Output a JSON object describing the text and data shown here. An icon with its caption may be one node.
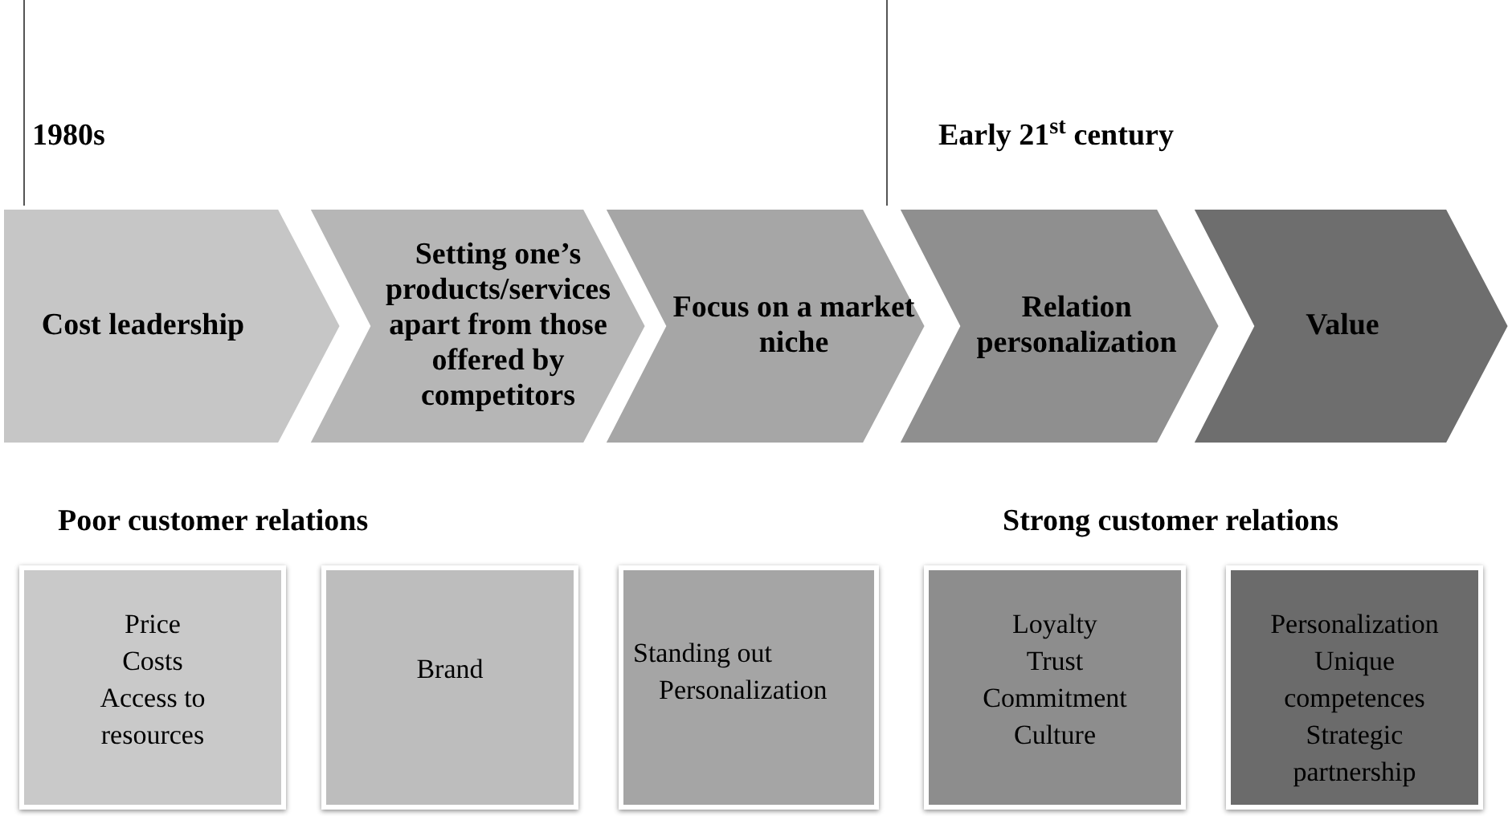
{
  "diagram": {
    "nodes": [
      {
        "text": [
          "Cost leadership"
        ]
      },
      {
        "text": [
          "Setting one’s products/services apart from those offered by competitors"
        ]
      },
      {
        "text": [
          "Focus on a market niche"
        ]
      },
      {
        "text": [
          "Relation personalization"
        ]
      },
      {
        "text": [
          "Value"
        ]
      },
      {
        "text": [
          "Price",
          "Costs",
          "Access to resources"
        ]
      },
      {
        "text": [
          "Brand"
        ]
      },
      {
        "text": [
          "Standing out",
          "Personalization"
        ]
      },
      {
        "text": [
          "Loyalty",
          "Trust",
          "Commitment",
          "Culture"
        ]
      },
      {
        "text": [
          "Personalization",
          "Unique competences",
          "Strategic partnership"
        ]
      }
    ],
    "labels": [
      "1980s",
      "Early 21$^{st}$ century",
      "Poor customer relations",
      "Strong customer relations"
    ]
  }
}
